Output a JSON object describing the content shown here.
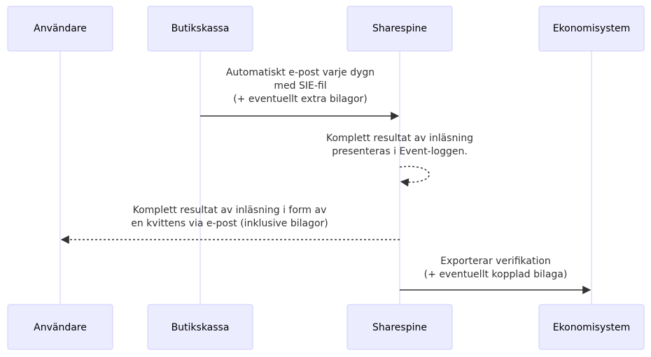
{
  "actors": [
    {
      "id": "user",
      "label": "Användare"
    },
    {
      "id": "pos",
      "label": "Butikskassa"
    },
    {
      "id": "sharespine",
      "label": "Sharespine"
    },
    {
      "id": "accounting",
      "label": "Ekonomisystem"
    }
  ],
  "messages": [
    {
      "from": "pos",
      "to": "sharespine",
      "style": "solid",
      "lines": [
        "Automatiskt e-post varje dygn",
        "med SIE-fil",
        "(+ eventuellt extra bilagor)"
      ]
    },
    {
      "from": "sharespine",
      "to": "sharespine",
      "style": "dashed",
      "lines": [
        "Komplett resultat av inläsning",
        "presenteras i Event-loggen."
      ]
    },
    {
      "from": "sharespine",
      "to": "user",
      "style": "dashed",
      "lines": [
        "Komplett resultat av inläsning i form av",
        "en kvittens via e-post (inklusive bilagor)"
      ]
    },
    {
      "from": "sharespine",
      "to": "accounting",
      "style": "solid",
      "lines": [
        "Exporterar verifikation",
        "(+ eventuellt kopplad bilaga)"
      ]
    }
  ],
  "colors": {
    "actor_fill": "#ECECFF",
    "actor_border": "#CCCCFF",
    "line": "#333333"
  }
}
